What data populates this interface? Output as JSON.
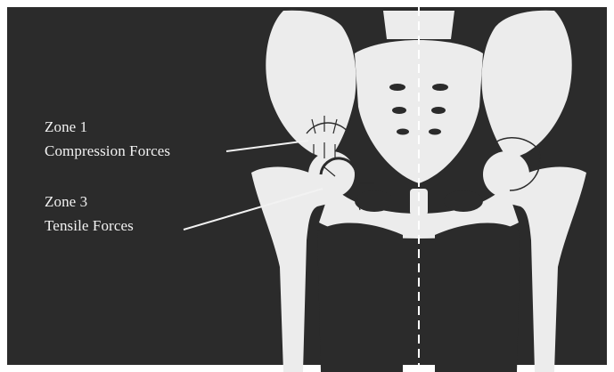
{
  "zones": [
    {
      "title": "Zone 1",
      "description": "Compression Forces"
    },
    {
      "title": "Zone 3",
      "description": "Tensile Forces"
    }
  ],
  "colors": {
    "background": "#2b2b2b",
    "bone": "#ececec",
    "label_text": "#f2f2f2",
    "outline": "#2b2b2b"
  }
}
